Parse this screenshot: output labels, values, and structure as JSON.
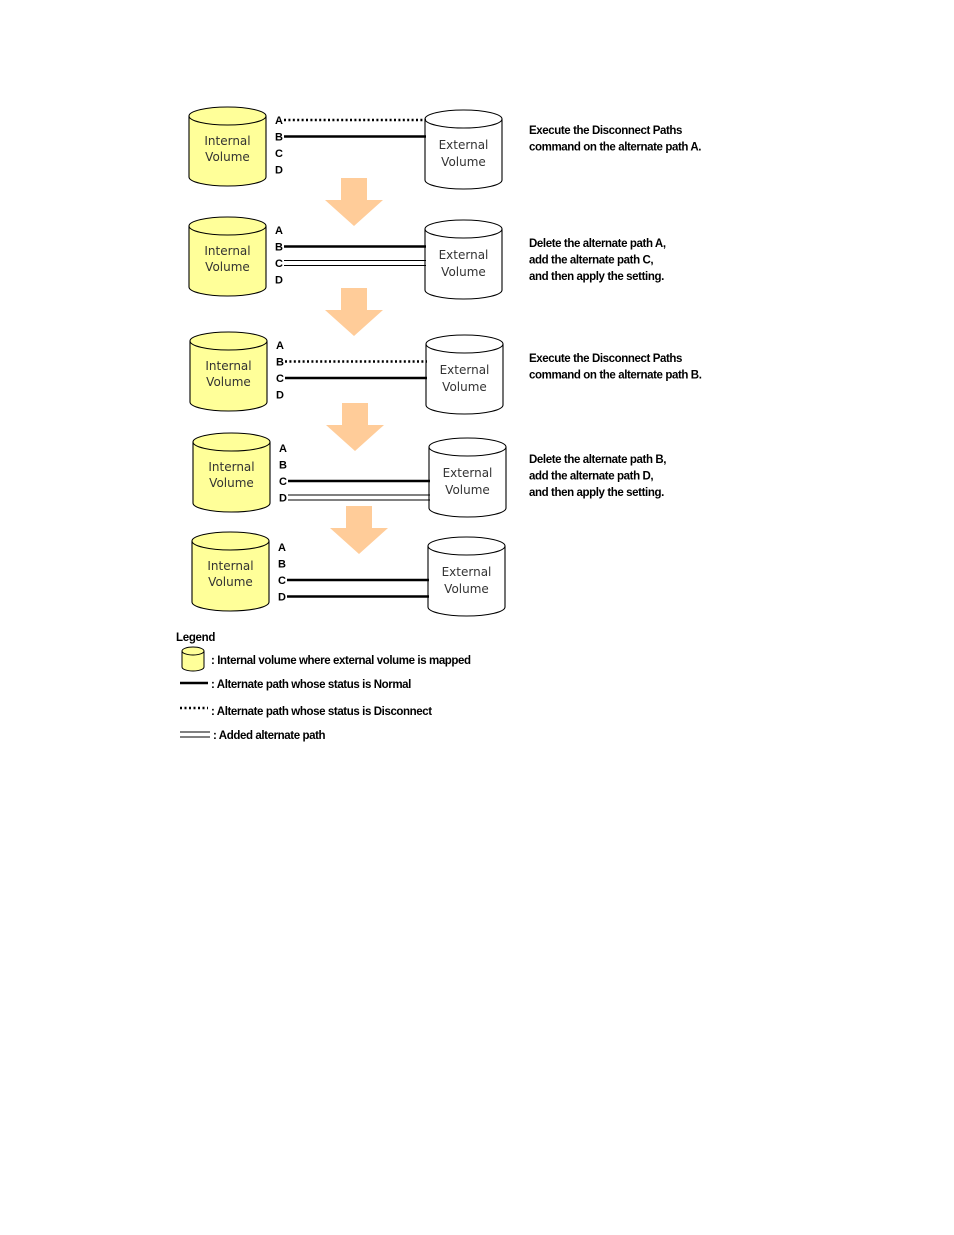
{
  "volume_labels": {
    "internal": [
      "Internal",
      "Volume"
    ],
    "external": [
      "External",
      "Volume"
    ]
  },
  "path_letters": [
    "A",
    "B",
    "C",
    "D"
  ],
  "colors": {
    "internal_fill": "#ffff99",
    "external_fill": "#ffffff",
    "arrow_fill": "#ffcc99",
    "line": "#000000"
  },
  "steps": [
    {
      "paths": [
        {
          "letter": "A",
          "status": "disconnect"
        },
        {
          "letter": "B",
          "status": "normal"
        }
      ],
      "note": [
        "Execute the Disconnect Paths",
        "command on the alternate path A."
      ]
    },
    {
      "paths": [
        {
          "letter": "B",
          "status": "normal"
        },
        {
          "letter": "C",
          "status": "added"
        }
      ],
      "note": [
        "Delete the alternate path A,",
        "add the alternate path C,",
        "and then apply the setting."
      ]
    },
    {
      "paths": [
        {
          "letter": "B",
          "status": "disconnect"
        },
        {
          "letter": "C",
          "status": "normal"
        }
      ],
      "note": [
        "Execute the Disconnect Paths",
        "command on the alternate path B."
      ]
    },
    {
      "paths": [
        {
          "letter": "C",
          "status": "normal"
        },
        {
          "letter": "D",
          "status": "added"
        }
      ],
      "note": [
        "Delete the alternate path B,",
        "add the alternate path D,",
        "and then apply the setting."
      ]
    },
    {
      "paths": [
        {
          "letter": "C",
          "status": "normal"
        },
        {
          "letter": "D",
          "status": "normal"
        }
      ],
      "note": []
    }
  ],
  "legend": {
    "title": "Legend",
    "items": [
      {
        "symbol": "cylinder-icon",
        "text": ": Internal volume where external volume is mapped"
      },
      {
        "symbol": "solid-line",
        "text": ": Alternate path whose status is Normal"
      },
      {
        "symbol": "dotted-line",
        "text": ": Alternate path whose status is Disconnect"
      },
      {
        "symbol": "double-line",
        "text": ": Added alternate path"
      }
    ]
  }
}
